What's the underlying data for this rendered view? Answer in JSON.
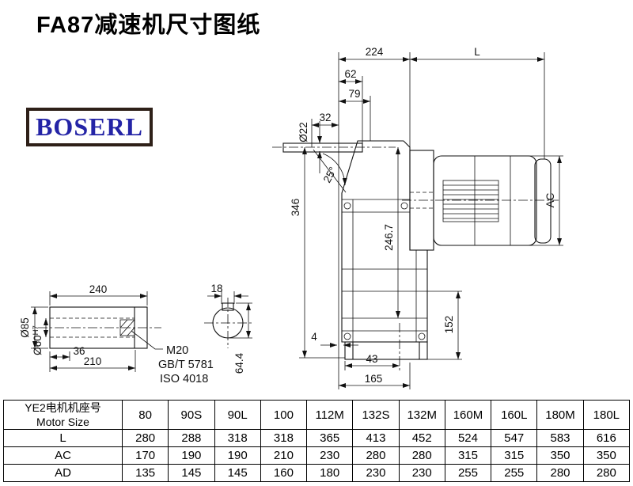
{
  "page": {
    "title": "FA87减速机尺寸图纸"
  },
  "logo": {
    "text": "BOSERL"
  },
  "drawing": {
    "d224": "224",
    "dL": "L",
    "d62": "62",
    "d79": "79",
    "d32": "32",
    "dia22": "Ø22",
    "angle25": "25°",
    "d346": "346",
    "d246_7": "246.7",
    "ac": "AC",
    "d152": "152",
    "d4": "4",
    "d43": "43",
    "d165": "165",
    "d240": "240",
    "dia85": "Ø85",
    "dia60": "Ø60",
    "dia60_tol": "H7",
    "d36": "36",
    "d210": "210",
    "thread_spec": "M20",
    "thread_standard": "GB/T 5781",
    "thread_iso": "ISO 4018",
    "d18": "18",
    "d64_4": "64.4"
  },
  "table": {
    "header_cn": "YE2电机机座号",
    "header_en": "Motor Size",
    "columns": [
      "80",
      "90S",
      "90L",
      "100",
      "112M",
      "132S",
      "132M",
      "160M",
      "160L",
      "180M",
      "180L"
    ],
    "rows": [
      {
        "label": "L",
        "values": [
          "280",
          "288",
          "318",
          "318",
          "365",
          "413",
          "452",
          "524",
          "547",
          "583",
          "616"
        ]
      },
      {
        "label": "AC",
        "values": [
          "170",
          "190",
          "190",
          "210",
          "230",
          "280",
          "280",
          "315",
          "315",
          "350",
          "350"
        ]
      },
      {
        "label": "AD",
        "values": [
          "135",
          "145",
          "145",
          "160",
          "180",
          "230",
          "230",
          "255",
          "255",
          "280",
          "280"
        ]
      }
    ]
  }
}
